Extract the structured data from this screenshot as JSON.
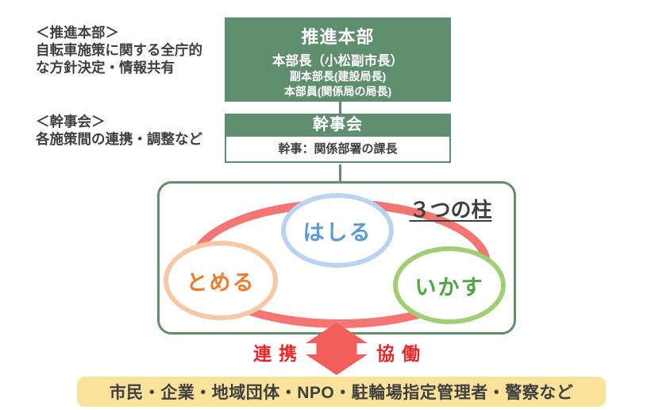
{
  "notes": [
    {
      "heading": "＜推進本部＞",
      "line1": "自転車施策に関する全庁的",
      "line2": "な方針決定・情報共有"
    },
    {
      "heading": "＜幹事会＞",
      "line1": "各施策間の連携・調整など"
    }
  ],
  "headquarters": {
    "title": "推進本部",
    "member1": "本部長（小松副市長）",
    "member2": "副本部長(建設局長)",
    "member3": "本部員(関係局の局長)",
    "bg_color": "#5e8e6e"
  },
  "secretariat": {
    "title": "幹事会",
    "body": "幹事：関係部署の課長"
  },
  "pillars": {
    "caption": "３つの柱",
    "run": {
      "label": "はしる",
      "text_color": "#5b9bd5",
      "border_color": "#bad3f0"
    },
    "park": {
      "label": "とめる",
      "text_color": "#ed7d31",
      "border_color": "#f6c9a4"
    },
    "use": {
      "label": "いかす",
      "text_color": "#53a345",
      "border_color": "#a0ce72"
    },
    "ring_color": "#f47672",
    "panel_border_color": "#5f9068"
  },
  "collaboration": {
    "label_left": "連携",
    "label_right": "協働",
    "text_color": "#e82828",
    "arrow_color": "#f25f5a"
  },
  "partners": {
    "text": "市民・企業・地域団体・NPO・駐輪場指定管理者・警察など",
    "bg_color": "#fae29a"
  }
}
